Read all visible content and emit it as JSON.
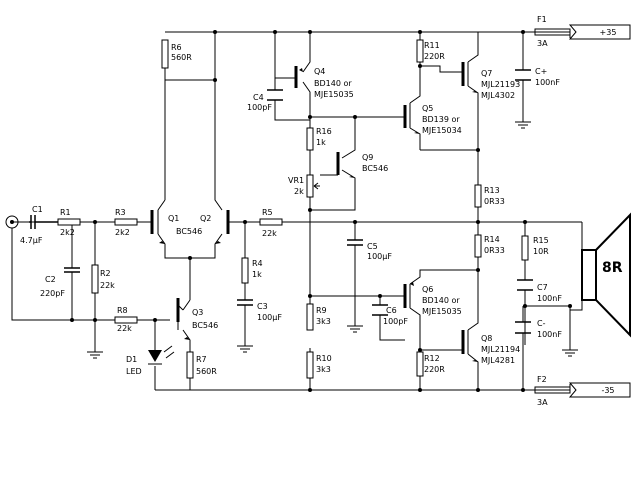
{
  "components": {
    "C1": {
      "ref": "C1",
      "value": "4.7µF"
    },
    "R1": {
      "ref": "R1",
      "value": "2k2"
    },
    "R3": {
      "ref": "R3",
      "value": "2k2"
    },
    "C2": {
      "ref": "C2",
      "value": "220pF"
    },
    "R2": {
      "ref": "R2",
      "value": "22k"
    },
    "R8": {
      "ref": "R8",
      "value": "22k"
    },
    "D1": {
      "ref": "D1",
      "value": "LED"
    },
    "Q1": {
      "ref": "Q1",
      "value": "BC546"
    },
    "Q2": {
      "ref": "Q2"
    },
    "Q3": {
      "ref": "Q3",
      "value": "BC546"
    },
    "R7": {
      "ref": "R7",
      "value": "560R"
    },
    "R6": {
      "ref": "R6",
      "value": "560R"
    },
    "R5": {
      "ref": "R5",
      "value": "22k"
    },
    "R4": {
      "ref": "R4",
      "value": "1k"
    },
    "C3": {
      "ref": "C3",
      "value": "100µF"
    },
    "C4": {
      "ref": "C4",
      "value": "100pF"
    },
    "Q4": {
      "ref": "Q4",
      "value": "BD140 or",
      "value2": "MJE15035"
    },
    "R16": {
      "ref": "R16",
      "value": "1k"
    },
    "VR1": {
      "ref": "VR1",
      "value": "2k"
    },
    "Q9": {
      "ref": "Q9",
      "value": "BC546"
    },
    "C5": {
      "ref": "C5",
      "value": "100µF"
    },
    "R9": {
      "ref": "R9",
      "value": "3k3"
    },
    "R10": {
      "ref": "R10",
      "value": "3k3"
    },
    "C6": {
      "ref": "C6",
      "value": "100pF"
    },
    "R11": {
      "ref": "R11",
      "value": "220R"
    },
    "Q5": {
      "ref": "Q5",
      "value": "BD139 or",
      "value2": "MJE15034"
    },
    "Q7": {
      "ref": "Q7",
      "value": "MJL21193",
      "value2": "MJL4302"
    },
    "R13": {
      "ref": "R13",
      "value": "0R33"
    },
    "R14": {
      "ref": "R14",
      "value": "0R33"
    },
    "Q6": {
      "ref": "Q6",
      "value": "BD140 or",
      "value2": "MJE15035"
    },
    "R12": {
      "ref": "R12",
      "value": "220R"
    },
    "Q8": {
      "ref": "Q8",
      "value": "MJL21194",
      "value2": "MJL4281"
    },
    "F1": {
      "ref": "F1",
      "value": "3A"
    },
    "F2": {
      "ref": "F2",
      "value": "3A"
    },
    "Cplus": {
      "ref": "C+",
      "value": "100nF"
    },
    "Cminus": {
      "ref": "C-",
      "value": "100nF"
    },
    "R15": {
      "ref": "R15",
      "value": "10R"
    },
    "C7": {
      "ref": "C7",
      "value": "100nF"
    }
  },
  "rails": {
    "positive": "+35",
    "negative": "-35"
  },
  "speaker": {
    "label": "8R"
  }
}
